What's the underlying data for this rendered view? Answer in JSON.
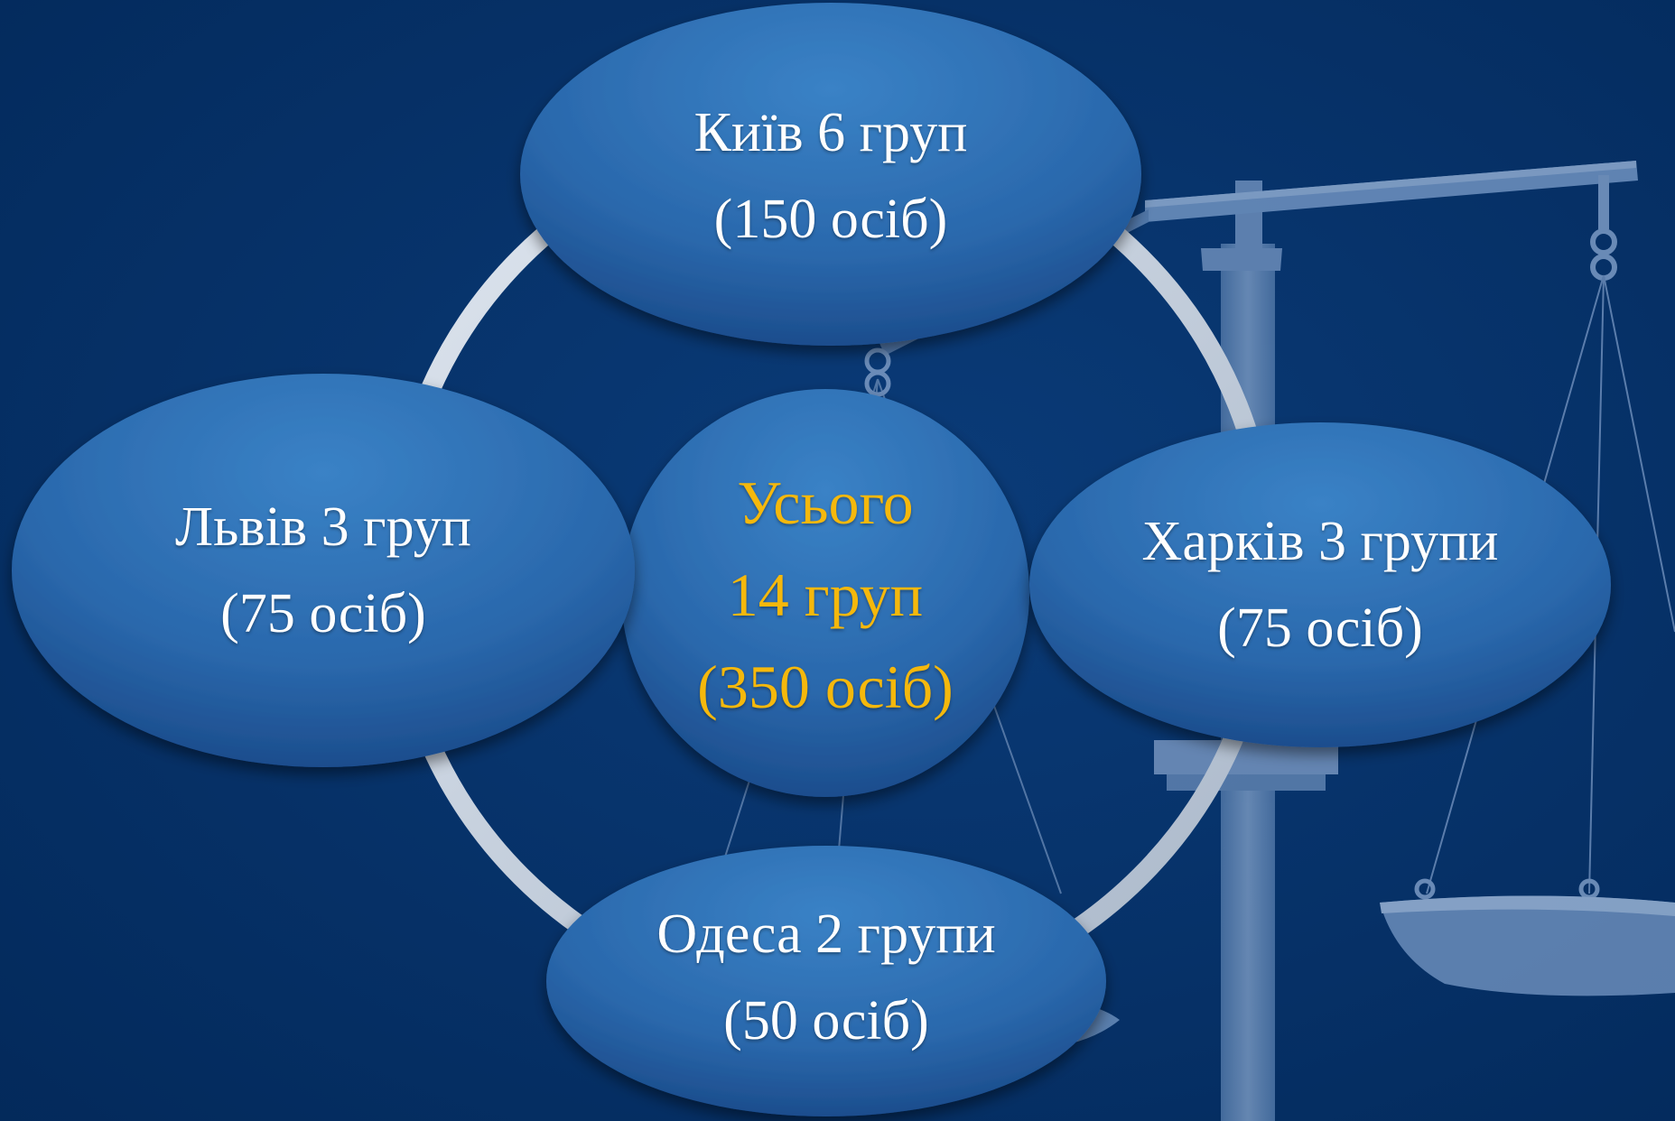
{
  "colors": {
    "background": "#05316a",
    "node_fill": "#2f72b7",
    "node_fill_dark": "#1d4f8f",
    "ring": "#c5cfdc",
    "scale": "#5c7fac",
    "node_text": "#ffffff",
    "center_text": "#f5b80c"
  },
  "center": {
    "line1": "Усього",
    "line2": "14 груп",
    "line3": "(350 осіб)"
  },
  "nodes": {
    "kyiv": {
      "line1": "Київ 6 груп",
      "line2": "(150 осіб)"
    },
    "lviv": {
      "line1": "Львів 3 груп",
      "line2": "(75 осіб)"
    },
    "kharkiv": {
      "line1": "Харків 3 групи",
      "line2": "(75 осіб)"
    },
    "odesa": {
      "line1": "Одеса 2 групи",
      "line2": "(50 осіб)"
    }
  },
  "background_icon": "scales-of-justice-icon"
}
